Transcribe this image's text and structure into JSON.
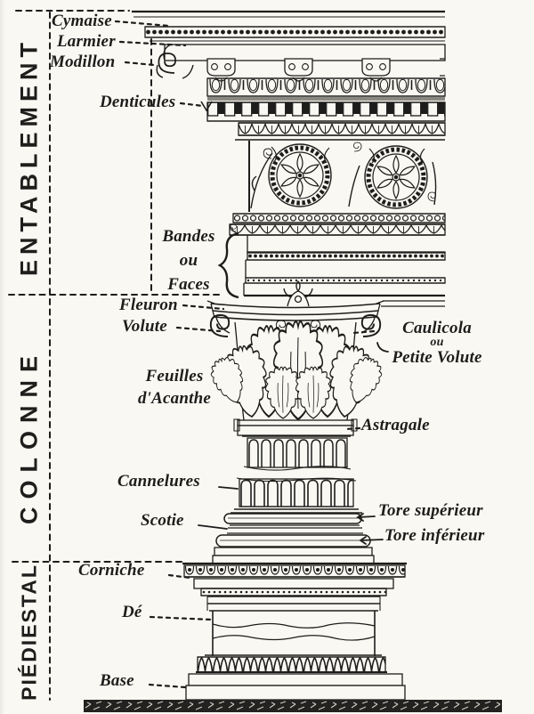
{
  "diagram": {
    "sections": {
      "entablement": "ENTABLEMENT",
      "colonne": "COLONNE",
      "piedestal": "PIÉDIESTAL"
    },
    "labels": {
      "cymaise": "Cymaise",
      "larmier": "Larmier",
      "modillon": "Modillon",
      "denticules": "Denticules",
      "bandes": [
        "Bandes",
        "ou",
        "Faces"
      ],
      "fleuron": "Fleuron",
      "volute": "Volute",
      "caulicole": [
        "Caulicola",
        "ou",
        "Petite Volute"
      ],
      "feuilles_acanthe": [
        "Feuilles",
        "d'Acanthe"
      ],
      "astragale": "Astragale",
      "cannelures": "Cannelures",
      "scotie": "Scotie",
      "tore_superieur": "Tore supérieur",
      "tore_inferieur": "Tore inférieur",
      "corniche": "Corniche",
      "de": "Dé",
      "base": "Base"
    },
    "colors": {
      "ink": "#1d1d1b",
      "paper": "#faf8f3"
    }
  }
}
